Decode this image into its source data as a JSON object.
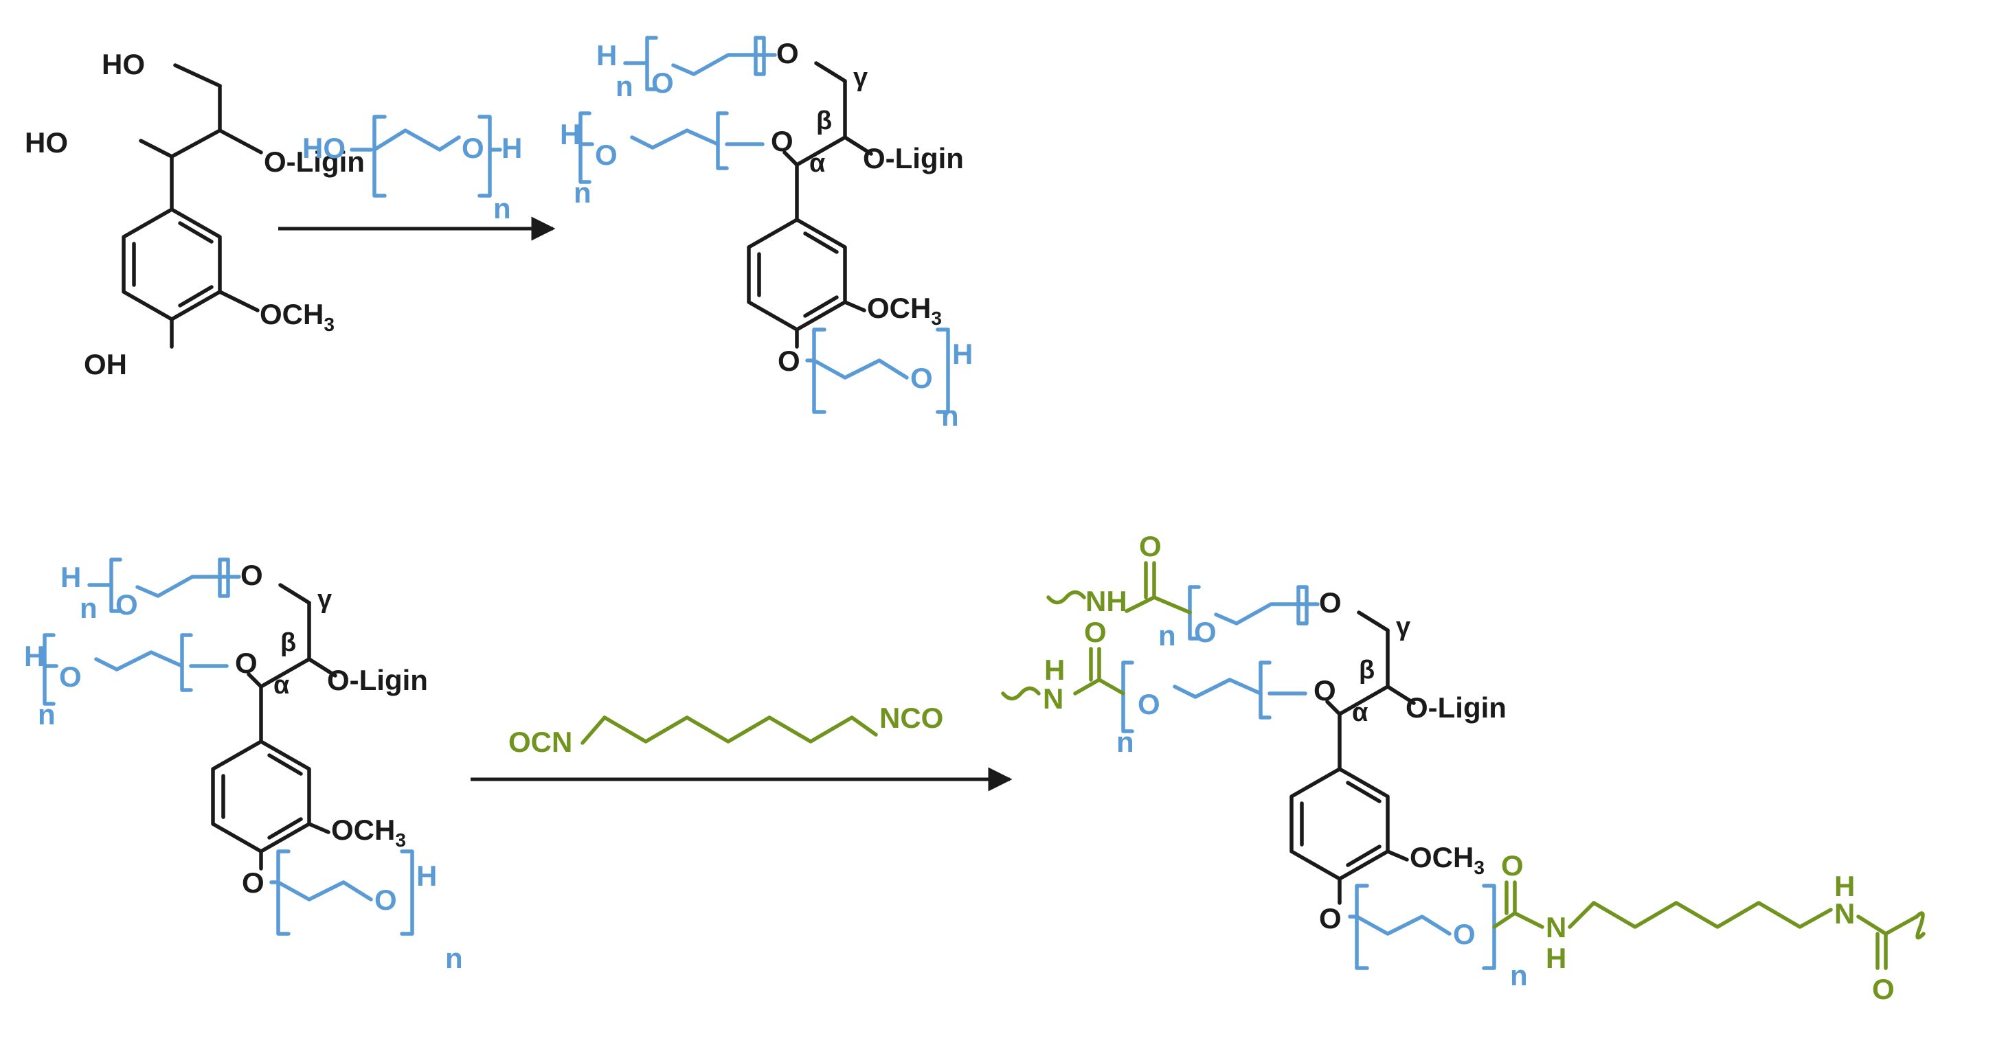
{
  "colors": {
    "lignin": "#1a1a1a",
    "peg": "#5b9bd5",
    "urethane": "#70941e"
  },
  "labels": {
    "ho": "HO",
    "oh": "OH",
    "h": "H",
    "o": "O",
    "n": "n",
    "n_letter": "N",
    "o_ligin": "O-Ligin",
    "och": "OCH",
    "three": "3",
    "alpha": "α",
    "beta": "β",
    "gamma": "γ",
    "nco": "NCO",
    "ocn": "OCN"
  }
}
